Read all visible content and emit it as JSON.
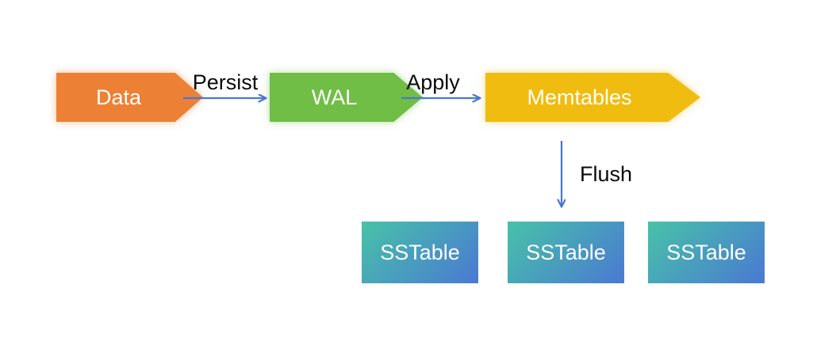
{
  "diagram": {
    "background_color": "#ffffff",
    "arrow_color": "#4877d2",
    "label_color": "#0a0a0a",
    "nodes": {
      "data": {
        "label": "Data",
        "color": "#ec8135",
        "shape": "chevron-right"
      },
      "wal": {
        "label": "WAL",
        "color": "#70be45",
        "shape": "chevron-right"
      },
      "memtables": {
        "label": "Memtables",
        "color": "#f0bc0f",
        "shape": "chevron-right"
      }
    },
    "sstables": [
      {
        "label": "SSTable"
      },
      {
        "label": "SSTable"
      },
      {
        "label": "SSTable"
      }
    ],
    "sstable_style": {
      "gradient_css": "linear-gradient(135deg, #47c2a8 0%, #4a79d3 100%)",
      "color_from": "#47c2a8",
      "color_to": "#4a79d3"
    },
    "edges": {
      "persist": {
        "label": "Persist",
        "from": "Data",
        "to": "WAL",
        "direction": "right"
      },
      "apply": {
        "label": "Apply",
        "from": "WAL",
        "to": "Memtables",
        "direction": "right"
      },
      "flush": {
        "label": "Flush",
        "from": "Memtables",
        "to": "SSTable",
        "direction": "down"
      }
    }
  }
}
